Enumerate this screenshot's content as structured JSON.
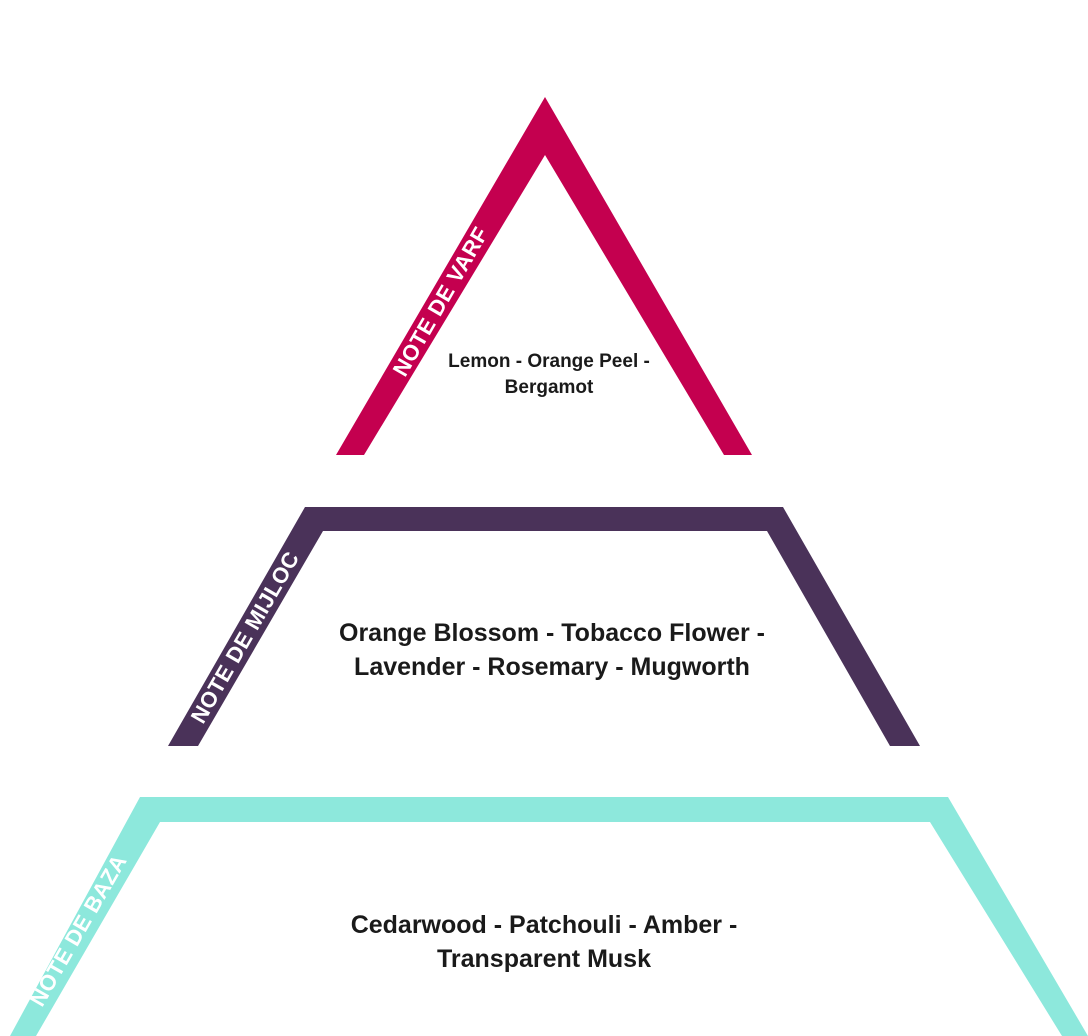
{
  "colors": {
    "top": "#c4004f",
    "middle": "#4a3259",
    "base": "#8de8dc"
  },
  "tiers": {
    "top": {
      "label": "NOTE DE VARF",
      "line1": "Lemon - Orange Peel -",
      "line2": "Bergamot"
    },
    "middle": {
      "label": "NOTE DE MIJLOC",
      "line1": "Orange Blossom - Tobacco Flower -",
      "line2": "Lavender - Rosemary - Mugworth"
    },
    "base": {
      "label": "NOTE DE BAZA",
      "line1": "Cedarwood - Patchouli - Amber -",
      "line2": "Transparent Musk"
    }
  }
}
